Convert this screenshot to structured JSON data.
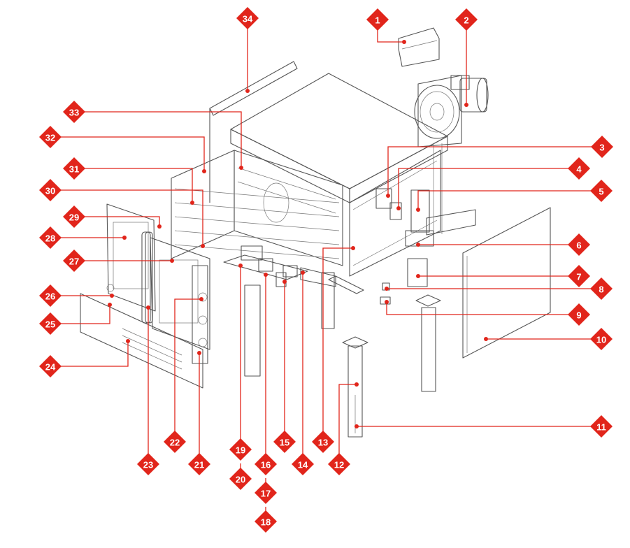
{
  "accent_color": "#e1251b",
  "callouts": [
    {
      "label": "1"
    },
    {
      "label": "2"
    },
    {
      "label": "3"
    },
    {
      "label": "4"
    },
    {
      "label": "5"
    },
    {
      "label": "6"
    },
    {
      "label": "7"
    },
    {
      "label": "8"
    },
    {
      "label": "9"
    },
    {
      "label": "10"
    },
    {
      "label": "11"
    },
    {
      "label": "12"
    },
    {
      "label": "13"
    },
    {
      "label": "14"
    },
    {
      "label": "15"
    },
    {
      "label": "16"
    },
    {
      "label": "17"
    },
    {
      "label": "18"
    },
    {
      "label": "19"
    },
    {
      "label": "20"
    },
    {
      "label": "21"
    },
    {
      "label": "22"
    },
    {
      "label": "23"
    },
    {
      "label": "24"
    },
    {
      "label": "25"
    },
    {
      "label": "26"
    },
    {
      "label": "27"
    },
    {
      "label": "28"
    },
    {
      "label": "29"
    },
    {
      "label": "30"
    },
    {
      "label": "31"
    },
    {
      "label": "32"
    },
    {
      "label": "33"
    },
    {
      "label": "34"
    }
  ]
}
